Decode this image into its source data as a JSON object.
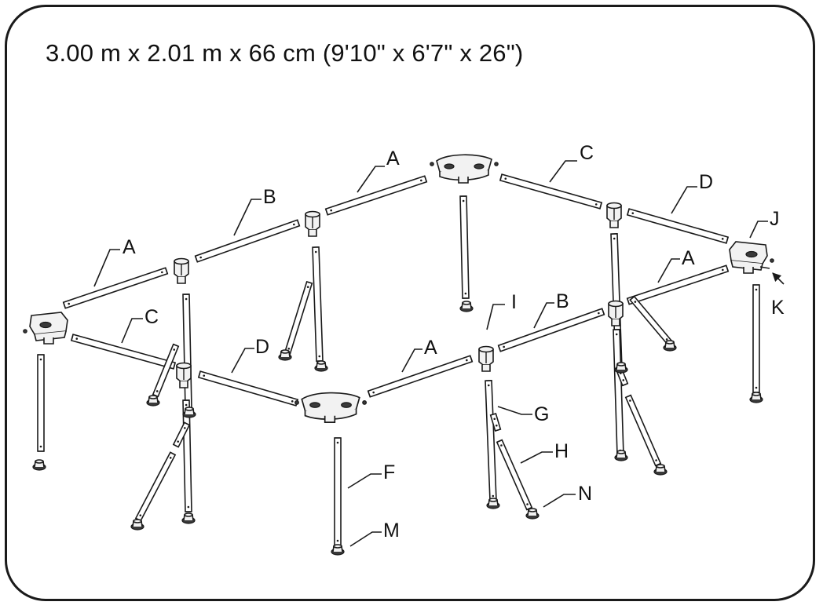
{
  "title": "3.00 m x 2.01 m x 66 cm (9'10\" x 6'7\" x 26\")",
  "labels": {
    "a": "A",
    "b": "B",
    "c": "C",
    "d": "D",
    "f": "F",
    "g": "G",
    "h": "H",
    "i": "I",
    "j": "J",
    "k": "K",
    "m": "M",
    "n": "N"
  }
}
